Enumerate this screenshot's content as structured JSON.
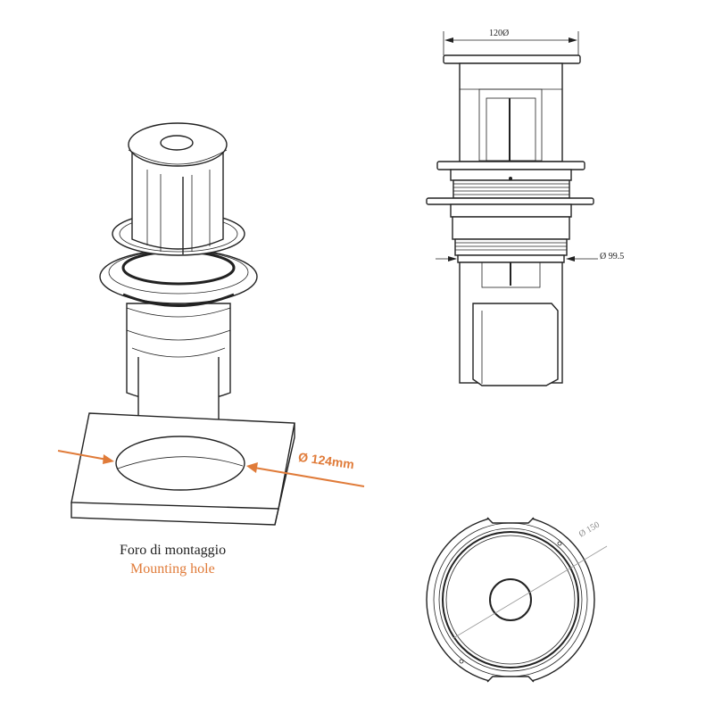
{
  "colors": {
    "accent": "#e07b39",
    "line": "#222222"
  },
  "iso_view": {
    "hole_dimension": "Ø 124mm",
    "caption_it": "Foro di montaggio",
    "caption_en": "Mounting hole"
  },
  "side_view": {
    "top_width_dimension": "120Ø",
    "thread_dimension": "Ø 99.5"
  },
  "top_view": {
    "flange_dimension": "Ø 150"
  }
}
